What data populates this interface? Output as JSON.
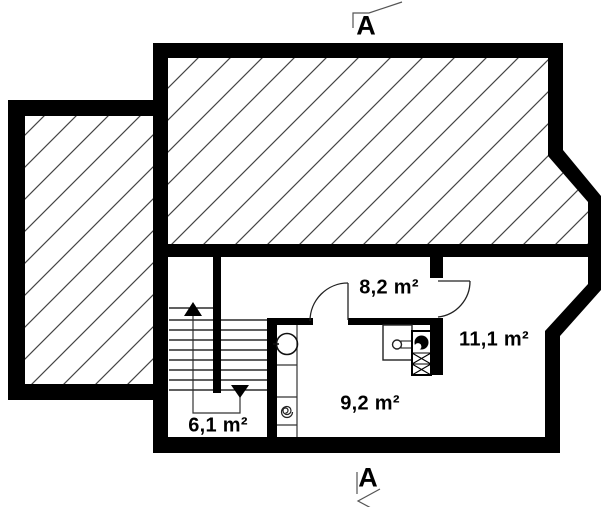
{
  "plan": {
    "section": {
      "top_label": "A",
      "bottom_label": "A"
    },
    "rooms": [
      {
        "id": "stair-room",
        "area_label": "6,1 m²"
      },
      {
        "id": "hall-room",
        "area_label": "8,2 m²"
      },
      {
        "id": "right-room",
        "area_label": "11,1 m²"
      },
      {
        "id": "bottom-room",
        "area_label": "9,2 m²"
      }
    ],
    "colors": {
      "wall": "#000000",
      "hatch_line": "#454545",
      "thin_line": "#222222",
      "background": "#ffffff"
    }
  }
}
